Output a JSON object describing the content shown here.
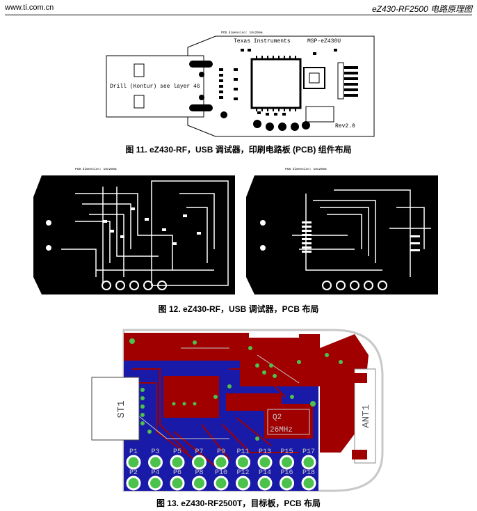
{
  "header": {
    "site": "www.ti.com.cn",
    "doc_title": "eZ430-RF2500 电路原理图"
  },
  "figure11": {
    "caption": "图 11. eZ430-RF，USB 调试器，印刷电路板 (PCB) 组件布局",
    "dim_label": "PCB dimension: 18x29mm",
    "company": "Texas Instruments",
    "part": "MSP-eZ430U",
    "drill_note": "Drill (Kontur) see layer 46",
    "rev": "Rev2.0"
  },
  "figure12": {
    "caption": "图 12. eZ430-RF，USB 调试器，PCB 布局",
    "dim_label_left": "PCB dimension: 18x29mm",
    "dim_label_right": "PCB dimension: 18x29mm"
  },
  "figure13": {
    "caption": "图 13. eZ430-RF2500T，目标板，PCB 布局",
    "st_label": "ST1",
    "ant_label": "ANT1",
    "q_label": "Q2",
    "freq_label": "26MHz",
    "pins_top": [
      "P1",
      "P3",
      "P5",
      "P7",
      "P9",
      "P11",
      "P13",
      "P15",
      "P17"
    ],
    "pins_bottom": [
      "P2",
      "P4",
      "P6",
      "P8",
      "P10",
      "P12",
      "P14",
      "P16",
      "P18"
    ]
  }
}
